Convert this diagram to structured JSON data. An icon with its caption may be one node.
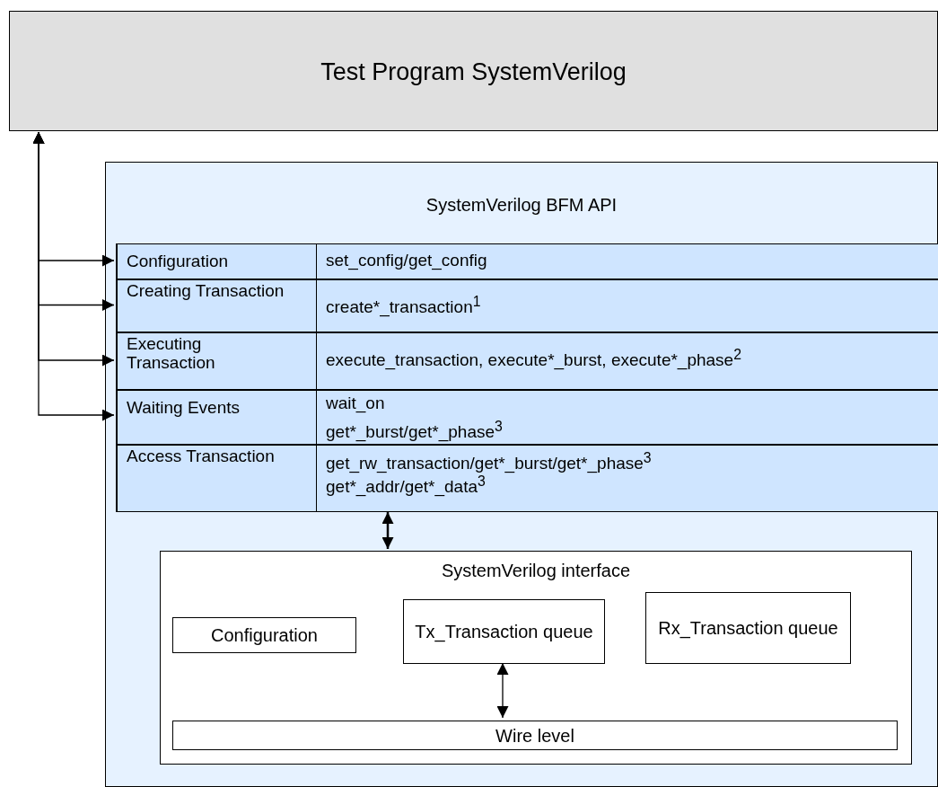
{
  "diagram": {
    "nodes": [
      {
        "text": [
          "Test Program SystemVerilog"
        ]
      },
      {
        "text": [
          "SystemVerilog BFM API"
        ]
      },
      {
        "text": [],
        "shape": "box",
        "in": 1
      },
      {
        "text": [
          "Configuration",
          "set_config/get_config"
        ],
        "in": 2
      },
      {
        "text": [
          "Creating Transaction",
          "create*_transaction$^{1}$"
        ],
        "in": 2
      },
      {
        "text": [
          "Executing Transaction",
          "execute_transaction, execute*_burst, execute*_phase$^{2}$"
        ],
        "in": 2
      },
      {
        "text": [
          "Waiting Events",
          "wait_on",
          "get*_burst/get*_phase$^{3}$"
        ],
        "in": 2
      },
      {
        "text": [
          "Access Transaction",
          "get_rw_transaction/get*_burst/get*_phase$^{3}$",
          "get*_addr/get*_data$^{3}$"
        ],
        "in": 2
      },
      {
        "text": [
          "SystemVerilog interface"
        ],
        "in": 1
      },
      {
        "text": [
          "Configuration"
        ],
        "in": 8
      },
      {
        "text": [
          "Tx_Transaction queue"
        ],
        "in": 8
      },
      {
        "text": [
          "Rx_Transaction queue"
        ],
        "in": 8
      },
      {
        "text": [
          "Wire level"
        ],
        "in": 8
      }
    ],
    "edges": [
      {
        "from": 0,
        "to": 3,
        "arrow": "both"
      },
      {
        "from": 0,
        "to": 4,
        "arrow": "both"
      },
      {
        "from": 0,
        "to": 5,
        "arrow": "both"
      },
      {
        "from": 0,
        "to": 6,
        "arrow": "both"
      },
      {
        "from": 2,
        "to": 8,
        "arrow": "both"
      },
      {
        "from": 10,
        "to": 12,
        "arrow": "both"
      }
    ]
  }
}
